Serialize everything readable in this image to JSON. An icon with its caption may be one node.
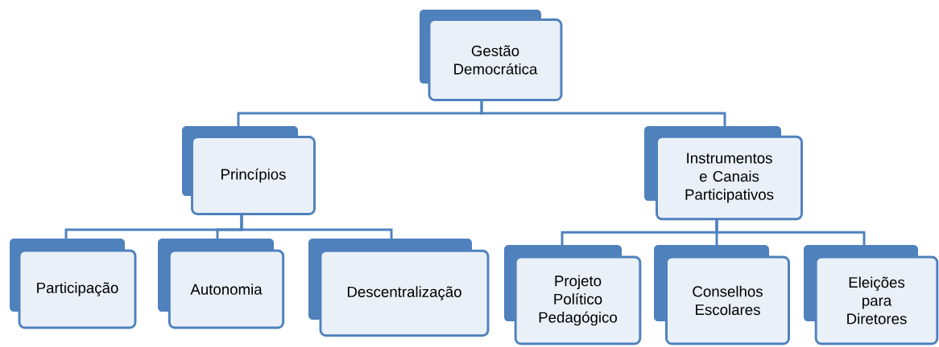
{
  "diagram": {
    "nodes": [
      {
        "text": [
          "Gestão Democrática"
        ]
      },
      {
        "text": [
          "Princípios"
        ]
      },
      {
        "text": [
          "Instrumentos e Canais Participativos"
        ]
      },
      {
        "text": [
          "Participação"
        ]
      },
      {
        "text": [
          "Autonomia"
        ]
      },
      {
        "text": [
          "Descentralização"
        ]
      },
      {
        "text": [
          "Projeto Político Pedagógico"
        ]
      },
      {
        "text": [
          "Conselhos Escolares"
        ]
      },
      {
        "text": [
          "Eleições para Diretores"
        ]
      }
    ],
    "edges": [
      {
        "from": 0,
        "to": 1,
        "arrow": "none"
      },
      {
        "from": 0,
        "to": 2,
        "arrow": "none"
      },
      {
        "from": 1,
        "to": 3,
        "arrow": "none"
      },
      {
        "from": 1,
        "to": 4,
        "arrow": "none"
      },
      {
        "from": 1,
        "to": 5,
        "arrow": "none"
      },
      {
        "from": 2,
        "to": 6,
        "arrow": "none"
      },
      {
        "from": 2,
        "to": 7,
        "arrow": "none"
      },
      {
        "from": 2,
        "to": 8,
        "arrow": "none"
      }
    ]
  }
}
